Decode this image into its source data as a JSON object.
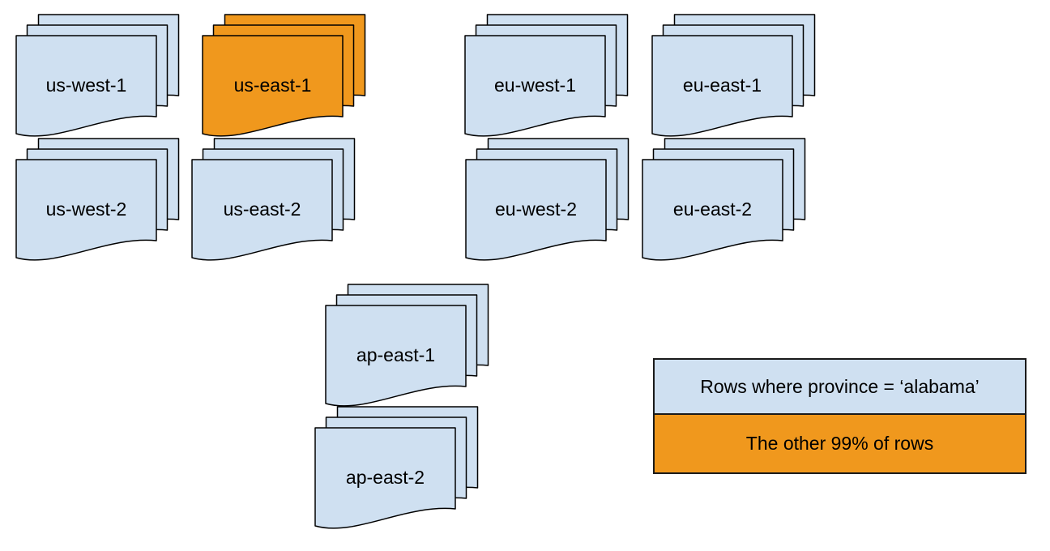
{
  "colors": {
    "blue_fill": "#cfe0f1",
    "orange_fill": "#f0981d",
    "outline": "#000000",
    "background": "#ffffff",
    "text": "#000000"
  },
  "stacks": [
    {
      "label": "us-west-1",
      "variant": "blue"
    },
    {
      "label": "us-east-1",
      "variant": "orange"
    },
    {
      "label": "eu-west-1",
      "variant": "blue"
    },
    {
      "label": "eu-east-1",
      "variant": "blue"
    },
    {
      "label": "us-west-2",
      "variant": "blue"
    },
    {
      "label": "us-east-2",
      "variant": "blue"
    },
    {
      "label": "eu-west-2",
      "variant": "blue"
    },
    {
      "label": "eu-east-2",
      "variant": "blue"
    },
    {
      "label": "ap-east-1",
      "variant": "blue"
    },
    {
      "label": "ap-east-2",
      "variant": "blue"
    }
  ],
  "legend": {
    "rows": [
      {
        "label": "Rows where province = ‘alabama’",
        "variant": "blue"
      },
      {
        "label": "The other 99% of rows",
        "variant": "orange"
      }
    ]
  }
}
